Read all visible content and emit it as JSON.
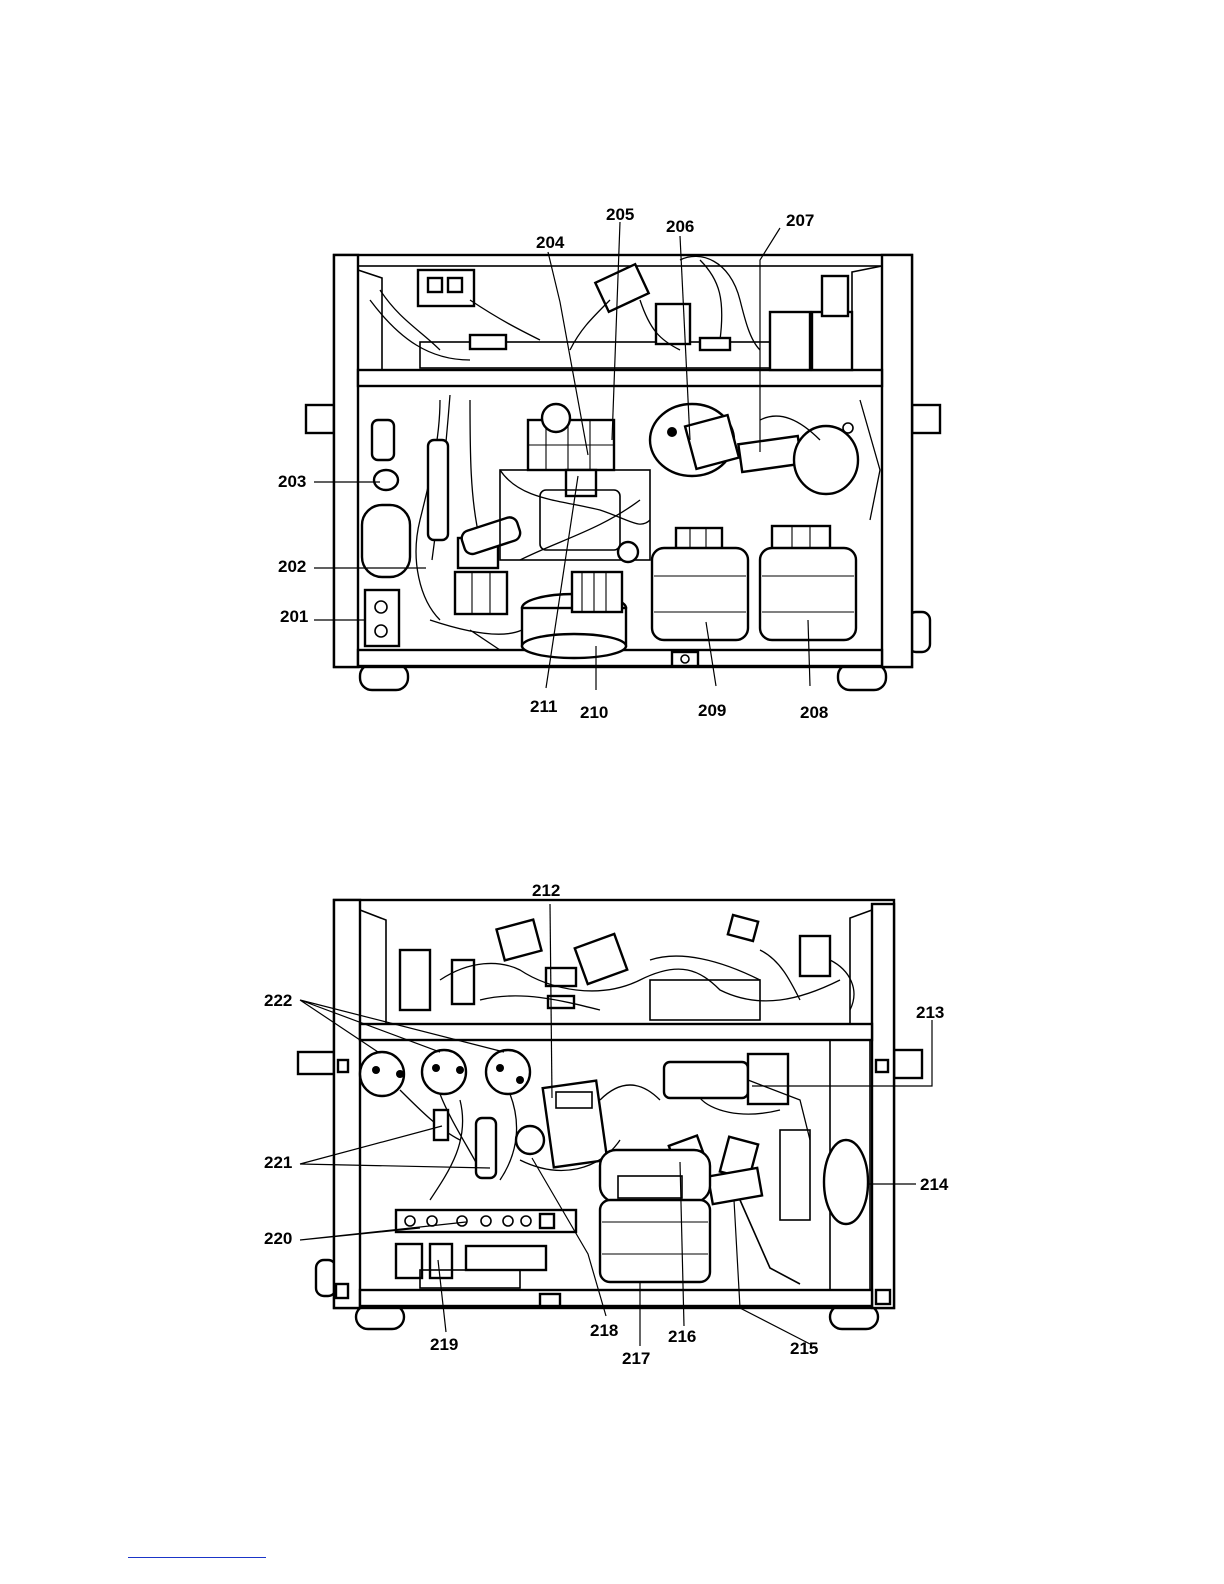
{
  "figures": [
    {
      "id": "upper",
      "callouts": [
        {
          "label": "201"
        },
        {
          "label": "202"
        },
        {
          "label": "203"
        },
        {
          "label": "204"
        },
        {
          "label": "205"
        },
        {
          "label": "206"
        },
        {
          "label": "207"
        },
        {
          "label": "208"
        },
        {
          "label": "209"
        },
        {
          "label": "210"
        },
        {
          "label": "211"
        }
      ]
    },
    {
      "id": "lower",
      "callouts": [
        {
          "label": "212"
        },
        {
          "label": "213"
        },
        {
          "label": "214"
        },
        {
          "label": "215"
        },
        {
          "label": "216"
        },
        {
          "label": "217"
        },
        {
          "label": "218"
        },
        {
          "label": "219"
        },
        {
          "label": "220"
        },
        {
          "label": "221"
        },
        {
          "label": "222"
        }
      ]
    }
  ]
}
